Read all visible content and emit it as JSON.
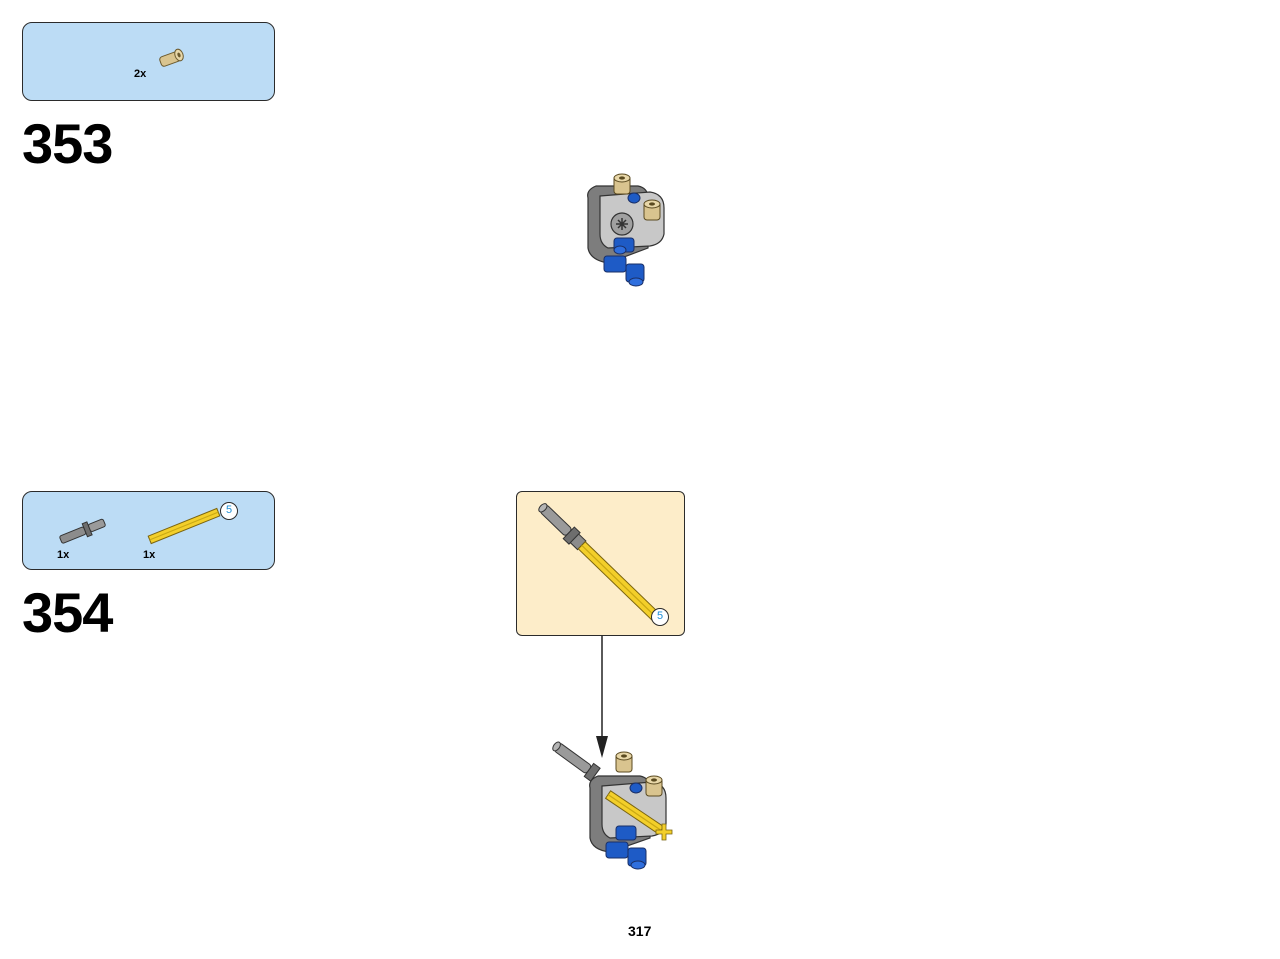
{
  "steps": [
    {
      "number": "353",
      "parts": [
        {
          "qty": "2x",
          "part_icon": "tan-bush-icon"
        }
      ]
    },
    {
      "number": "354",
      "parts": [
        {
          "qty": "1x",
          "part_icon": "gray-axle-pin-icon"
        },
        {
          "qty": "1x",
          "part_icon": "yellow-axle-icon",
          "length": "5"
        }
      ],
      "callout": {
        "length": "5"
      }
    }
  ],
  "page_number": "317",
  "colors": {
    "parts_box": "#bcdcf5",
    "callout_box": "#fdedc9",
    "length_badge_text": "#1f8fd6",
    "lego_blue": "#1e5bc6",
    "lego_gray": "#9a9a9a",
    "lego_tan": "#d9c48f",
    "lego_yellow": "#f3cf2a"
  }
}
